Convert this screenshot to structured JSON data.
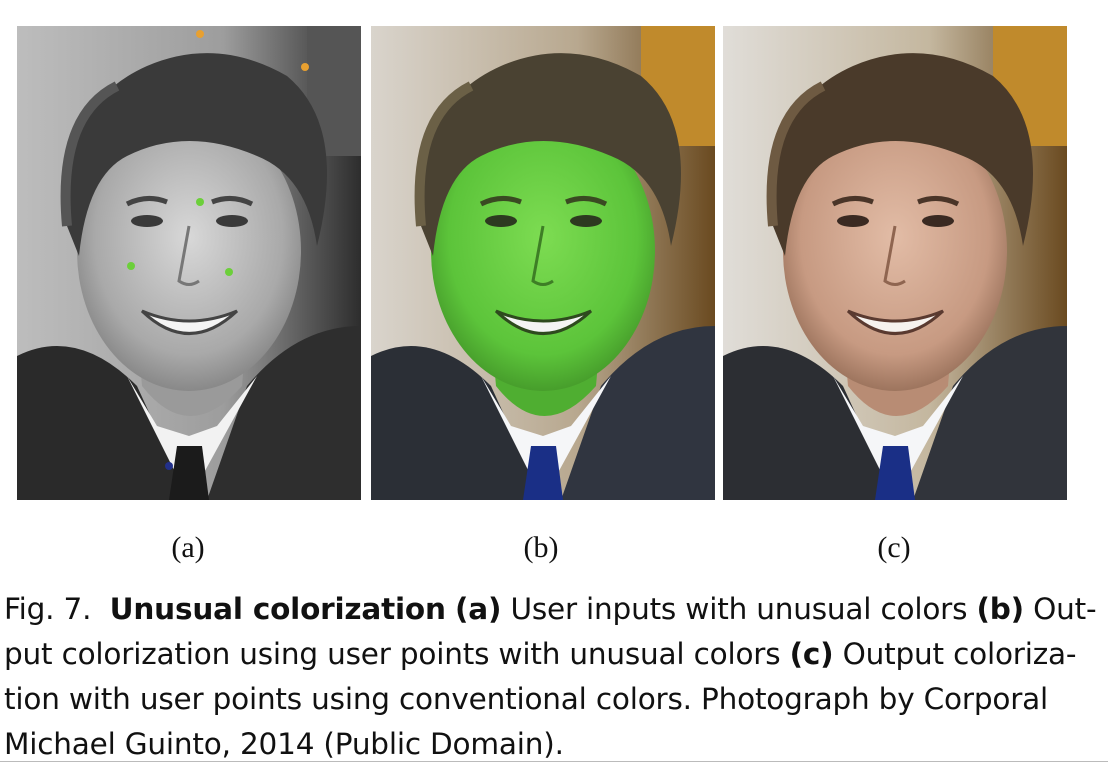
{
  "figure": {
    "panels": [
      {
        "id": "a",
        "label": "(a)",
        "variant": "grayscale-with-user-points",
        "user_point_colors": [
          "#e8a030",
          "#6ccf3a",
          "#22308a"
        ]
      },
      {
        "id": "b",
        "label": "(b)",
        "variant": "green-skin-colorization",
        "skin_color": "#5cc43a"
      },
      {
        "id": "c",
        "label": "(c)",
        "variant": "natural-colorization",
        "skin_color": "#c79a82"
      }
    ],
    "caption": {
      "prefix": "Fig. 7.",
      "title": "Unusual colorization",
      "part_a_tag": "(a)",
      "part_a_text": "User inputs with unusual colors",
      "part_b_tag": "(b)",
      "part_b_text": "Out-put colorization using user points with unusual colors",
      "part_c_tag": "(c)",
      "part_c_text": "Output coloriza-tion with user points using conventional colors. Photograph by Corporal Michael Guinto, 2014 (Public Domain)."
    }
  }
}
